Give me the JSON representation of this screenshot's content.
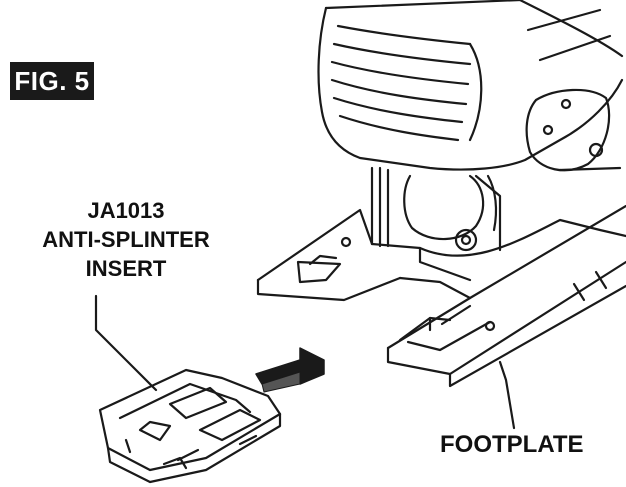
{
  "figure": {
    "badge": "FIG. 5"
  },
  "callouts": {
    "insert": {
      "line1": "JA1013",
      "line2": "ANTI-SPLINTER",
      "line3": "INSERT"
    },
    "footplate": "FOOTPLATE"
  },
  "colors": {
    "ink": "#1a1a1a",
    "badge_bg": "#1a1a1a",
    "badge_text": "#ffffff",
    "background": "#ffffff"
  }
}
